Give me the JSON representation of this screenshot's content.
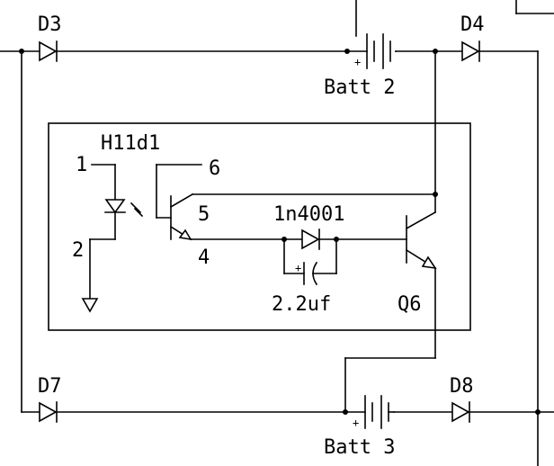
{
  "labels": {
    "d3": "D3",
    "d4": "D4",
    "d7": "D7",
    "d8": "D8",
    "batt2": "Batt 2",
    "batt3": "Batt 3",
    "opto": "H11d1",
    "diode": "1n4001",
    "cap": "2.2uf",
    "transistor": "Q6"
  },
  "pins": {
    "p1": "1",
    "p2": "2",
    "p4": "4",
    "p5": "5",
    "p6": "6"
  },
  "polarity": {
    "plus": "+"
  }
}
